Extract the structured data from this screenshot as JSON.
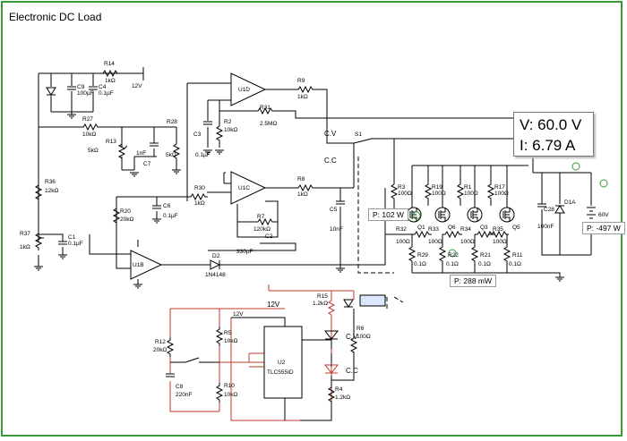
{
  "title": "Electronic DC Load",
  "meter": {
    "voltage": "V: 60.0 V",
    "current": "I: 6.79 A"
  },
  "probes": {
    "p1": "P: 102 W",
    "p2": "P: 288 mW",
    "p3": "P: -497 W"
  },
  "labels": {
    "r14": "R14",
    "r14v": "1kΩ",
    "v12a": "12V",
    "c9": "C9",
    "c9v": "100µF",
    "c4": "C4",
    "c4v": "0.1µF",
    "r27": "R27",
    "r27v": "10kΩ",
    "r13": "R13",
    "r13v": "5kΩ",
    "r28": "R28",
    "r28v": "5kΩ",
    "c7": "C7",
    "c7v": "1nF",
    "u1d": "U1D",
    "r9": "R9",
    "r9v": "1kΩ",
    "r31": "R31",
    "r31v": "2.5MΩ",
    "c3": "C3",
    "c3v": "0.1µF",
    "r2": "R2",
    "r2v": "10kΩ",
    "u1c": "U1C",
    "r30": "R30",
    "r30v": "1kΩ",
    "r8": "R8",
    "r8v": "1kΩ",
    "r7": "R7",
    "r7v": "120kΩ",
    "c2": "C2",
    "c2v": "330pF",
    "r36": "R36",
    "r36v": "12kΩ",
    "r37": "R37",
    "r37v": "1kΩ",
    "c1": "C1",
    "c1v": "0.1µF",
    "r20": "R20",
    "r20v": "20kΩ",
    "c6": "C6",
    "c6v": "0.1µF",
    "u1b": "U1B",
    "d2": "D2",
    "d2v": "1N4148",
    "cv": "C.V",
    "cc": "C.C",
    "s1": "S1",
    "c5": "C5",
    "c5v": "10nF",
    "r3": "R3",
    "r19": "R19",
    "r1": "R1",
    "r17": "R17",
    "r100": "100Ω",
    "q1": "Q1",
    "q6": "Q6",
    "q3": "Q3",
    "q5": "Q5",
    "r32": "R32",
    "r33": "R33",
    "r34": "R34",
    "r35": "R35",
    "r29": "R29",
    "r22": "R22",
    "r21": "R21",
    "r11": "R11",
    "r01": "0.1Ω",
    "c28": "C28",
    "c28v": "100nF",
    "d1a": "D1A",
    "v60": "60V",
    "v12b": "12V",
    "r15": "R15",
    "r15v": "1.2kΩ",
    "r5": "R5",
    "r5v": "10kΩ",
    "r12": "R12",
    "r12v": "20kΩ",
    "c8": "C8",
    "c8v": "220nF",
    "r10": "R10",
    "r10v": "10kΩ",
    "u2": "U2",
    "u2v": "TLC555ID",
    "r6": "R6",
    "r6v": "100Ω",
    "led_cv": "C.V",
    "led_cc": "C.C",
    "r4": "R4",
    "r4v": "1.2kΩ",
    "v12c": "12V"
  }
}
